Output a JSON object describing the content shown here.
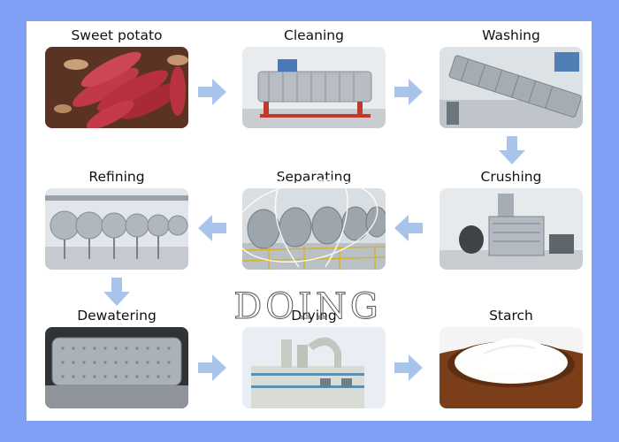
{
  "steps": [
    {
      "label": "Sweet potato"
    },
    {
      "label": "Cleaning"
    },
    {
      "label": "Washing"
    },
    {
      "label": "Crushing"
    },
    {
      "label": "Separating"
    },
    {
      "label": "Refining"
    },
    {
      "label": "Dewatering"
    },
    {
      "label": "Drying"
    },
    {
      "label": "Starch"
    }
  ],
  "watermark": {
    "text": "DOING"
  },
  "colors": {
    "background": "#7f9ff5",
    "arrow": "#a9c4ea",
    "panel": "#ffffff"
  }
}
